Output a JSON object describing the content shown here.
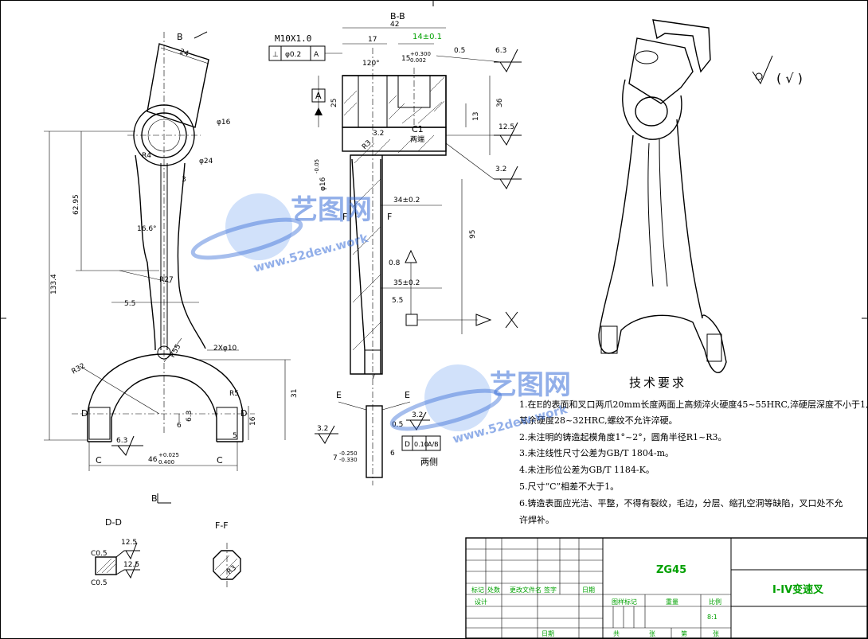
{
  "drawing": {
    "section_bb_label": "B-B",
    "section_dd_label": "D-D",
    "section_ff_label": "F-F",
    "view_b_top": "B",
    "view_b_bottom": "B",
    "thread_spec": "M10X1.0",
    "tolerance_frame": [
      "⊥",
      "φ0.2",
      "A"
    ],
    "datum_a": "A",
    "surface_symbol_general": "√ ( √ )"
  },
  "dimensions_left": {
    "d24_top": "24",
    "phi16": "φ16",
    "phi24": "φ24",
    "r4": "R4",
    "d3": "3",
    "d62_95": "62.95",
    "d133_4": "133.4",
    "angle_16_6": "16.6°",
    "r27": "R27",
    "d5_5": "5.5",
    "r32": "R32",
    "r55": "R55",
    "holes_2x_phi10": "2Xφ10",
    "d31": "31",
    "r5": "R5",
    "d6": "6",
    "d6_3": "6.3",
    "d5": "5",
    "d16": "16",
    "rough_6_3": "6.3",
    "d46_base": "46",
    "d46_up": "+0.025",
    "d46_low": "0.400",
    "c_left": "C",
    "c_right": "C",
    "d_left": "D",
    "d_right": "D"
  },
  "dimensions_middle": {
    "d42": "42",
    "d17": "17",
    "d14": "14±0.1",
    "d0_5_top": "0.5",
    "angle_120": "120°",
    "d15_base": "15",
    "d15_up": "+0.300",
    "d15_low": "0.002",
    "d25": "25",
    "d36": "36",
    "d13": "13",
    "c1": "C1",
    "two_ends": "两端",
    "d3_2a": "3.2",
    "r3": "R3",
    "phi16_low": "φ16",
    "phi16_tol": "-0.05",
    "d34": "34±0.2",
    "f_label_1": "F",
    "f_label_2": "F",
    "d0_8": "0.8",
    "d95": "95",
    "d35": "35±0.2",
    "d5_5b": "5.5",
    "d7": "7",
    "e_left": "E",
    "e_right": "E",
    "d0_5b": "0.5",
    "d3_2c": "3.2",
    "d3_2d": "3.2",
    "d7_base": "7",
    "d7_up": "-0.250",
    "d7_low": "-0.330",
    "d6b": "6",
    "frame2": [
      "D",
      "0.10",
      "A/B"
    ],
    "two_sides": "两侧",
    "rough_6_3": "6.3",
    "rough_12_5": "12.5",
    "rough_3_2": "3.2",
    "dd_c05a": "C0.5",
    "dd_c05b": "C0.5",
    "dd_r12_5a": "12.5",
    "dd_r12_5b": "12.5",
    "ff_r3": "R3"
  },
  "notes": {
    "title": "技术要求",
    "items": [
      "1.在E的表面和叉口两爪20mm长度两面上高频淬火硬度45~55HRC,淬硬层深度不小于1,",
      "其余硬度28~32HRC,螺纹不允许淬硬。",
      "2.未注明的铸造起模角度1°~2°，圆角半径R1~R3。",
      "3.未注线性尺寸公差为GB/T 1804-m。",
      "4.未注形位公差为GB/T 1184-K。",
      "5.尺寸“C”相差不大于1。",
      "6.铸造表面应光洁、平整，不得有裂纹，毛边，分层、缩孔空洞等缺陷，叉口处不允",
      "许焊补。"
    ]
  },
  "titleblock": {
    "material": "ZG45",
    "part_name": "I-IV变速叉",
    "col_labels": [
      "标记",
      "处数",
      "更改文件名",
      "签字",
      "日期"
    ],
    "design": "设计",
    "stage_labels": [
      "图样标记",
      "重量",
      "比例"
    ],
    "scale": "8:1",
    "sheet_labels": [
      "共",
      "张",
      "第",
      "张"
    ],
    "date_label": "日期"
  },
  "watermark": {
    "brand": "艺图网",
    "url": "www.52dew.work"
  },
  "colors": {
    "line": "#000000",
    "titleblock_text": "#00a000",
    "watermark": "#3a6fd8"
  }
}
